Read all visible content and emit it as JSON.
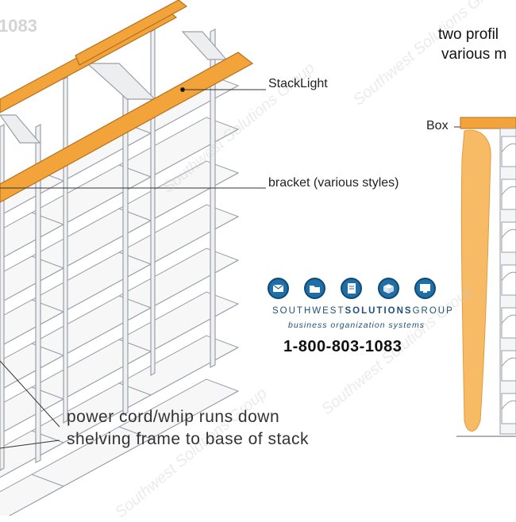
{
  "labels": {
    "stacklight": "StackLight",
    "bracket": "bracket (various styles)",
    "box": "Box",
    "cord_line1": "power cord/whip runs down",
    "cord_line2": "shelving frame to base of stack",
    "profile_line1": "two profil",
    "profile_line2": "various m",
    "phone_top": "1083"
  },
  "branding": {
    "company_prefix": "SOUTHWEST",
    "company_mid": "SOLUTIONS",
    "company_suffix": "GROUP",
    "tagline": "business organization systems",
    "phone": "1-800-803-1083",
    "icons": [
      "envelope-icon",
      "folder-icon",
      "document-icon",
      "box-icon",
      "computer-icon"
    ],
    "accent_color": "#1e6fa8"
  },
  "watermark": "Southwest Solutions Group",
  "colors": {
    "stacklight": "#f2a43a",
    "glow": "#f5b04a",
    "shelf_line": "#9aa0a8"
  }
}
